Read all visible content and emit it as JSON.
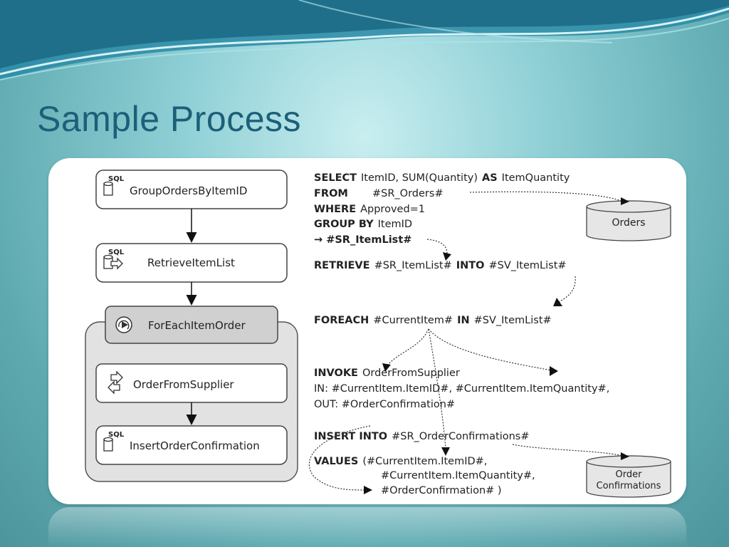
{
  "title": "Sample Process",
  "colors": {
    "title": "#1d5f78",
    "background": "#7cc3c9",
    "panel": "#ffffff",
    "container": "#e2e2e2"
  },
  "flow": {
    "sql_tag": "SQL",
    "nodes": [
      {
        "label": "GroupOrdersByItemID",
        "icon": "sql-database-icon"
      },
      {
        "label": "RetrieveItemList",
        "icon": "sql-retrieve-icon"
      },
      {
        "label": "ForEachItemOrder",
        "icon": "loop-icon"
      },
      {
        "label": "OrderFromSupplier",
        "icon": "exchange-arrows-icon"
      },
      {
        "label": "InsertOrderConfirmation",
        "icon": "sql-database-icon"
      }
    ]
  },
  "code": {
    "select": {
      "kw1": "SELECT",
      "t1": "ItemID, SUM(Quantity)",
      "kw2": "AS",
      "t2": "ItemQuantity"
    },
    "from": {
      "kw": "FROM",
      "t": "#SR_Orders#"
    },
    "where": {
      "kw": "WHERE",
      "t": "Approved=1"
    },
    "groupby": {
      "kw": "GROUP BY",
      "t": "ItemID"
    },
    "result": "→ #SR_ItemList#",
    "retrieve": {
      "kw1": "RETRIEVE",
      "t1": "#SR_ItemList#",
      "kw2": "INTO",
      "t2": "#SV_ItemList#"
    },
    "foreach": {
      "kw1": "FOREACH",
      "t1": "#CurrentItem#",
      "kw2": "IN",
      "t2": "#SV_ItemList#"
    },
    "invoke": {
      "kw": "INVOKE",
      "t": "OrderFromSupplier"
    },
    "in_line": "IN: #CurrentItem.ItemID#, #CurrentItem.ItemQuantity#,",
    "out_line": "OUT: #OrderConfirmation#",
    "insert": {
      "kw": "INSERT INTO",
      "t": "#SR_OrderConfirmations#"
    },
    "values": {
      "kw": "VALUES",
      "t": "(#CurrentItem.ItemID#,"
    },
    "values2": "#CurrentItem.ItemQuantity#,",
    "values3": "#OrderConfirmation# )"
  },
  "datastores": {
    "orders": "Orders",
    "confirmations_line1": "Order",
    "confirmations_line2": "Confirmations"
  }
}
